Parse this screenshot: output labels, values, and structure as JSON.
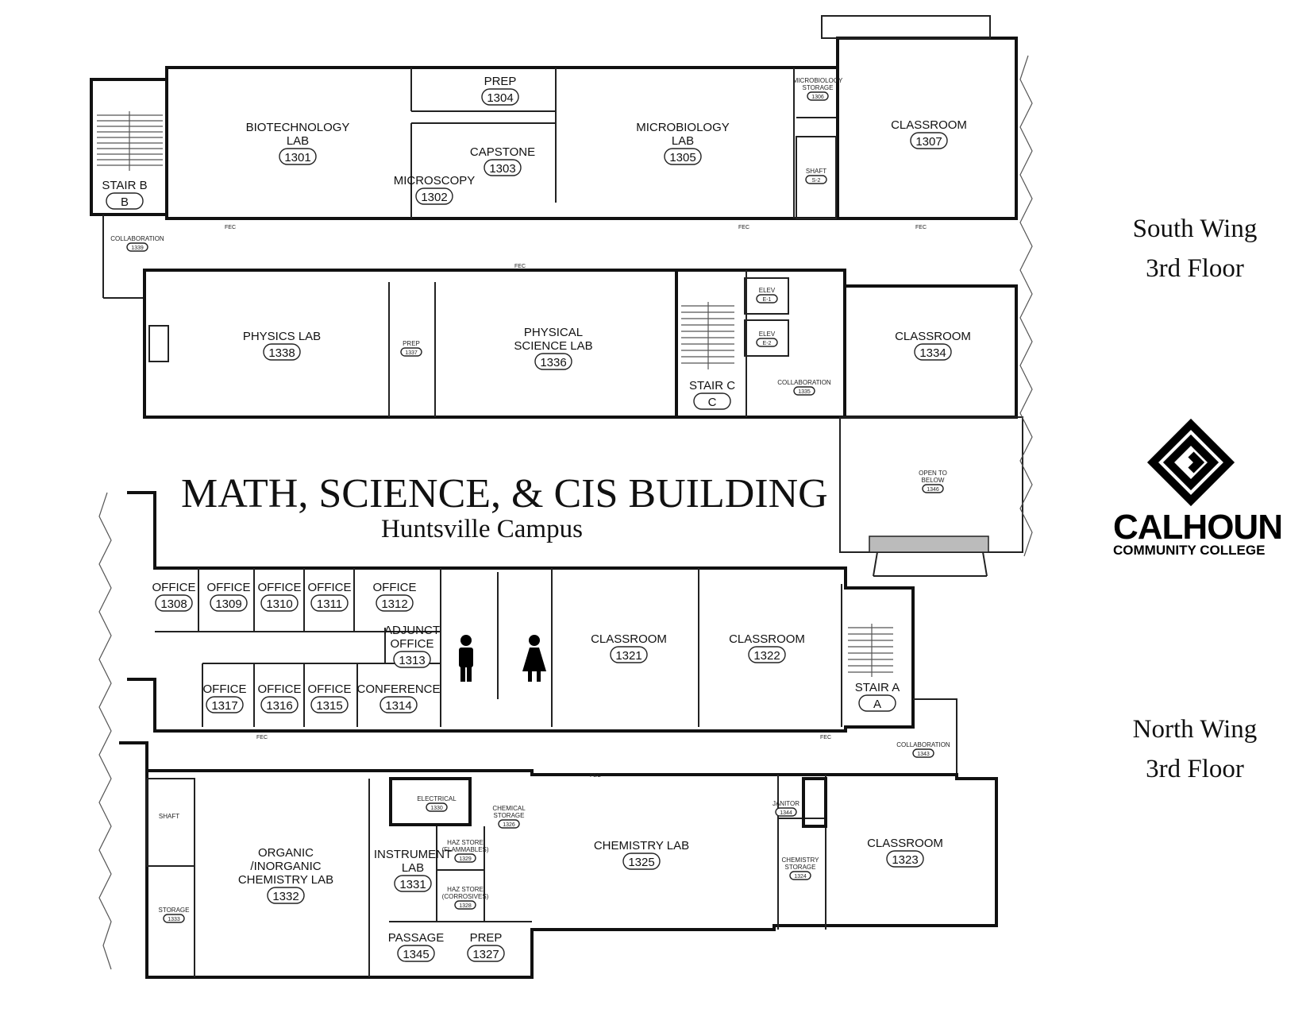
{
  "title": "MATH, SCIENCE, & CIS BUILDING",
  "subtitle": "Huntsville Campus",
  "south_wing": [
    "South Wing",
    "3rd Floor"
  ],
  "north_wing": [
    "North Wing",
    "3rd Floor"
  ],
  "logo": {
    "line1": "CALHOUN",
    "line2": "COMMUNITY COLLEGE"
  },
  "fec_label": "FEC",
  "rooms": [
    {
      "key": "1301",
      "lines": [
        "BIOTECHNOLOGY",
        "LAB"
      ],
      "num": "1301"
    },
    {
      "key": "1304",
      "lines": [
        "PREP"
      ],
      "num": "1304"
    },
    {
      "key": "1303",
      "lines": [
        "CAPSTONE"
      ],
      "num": "1303"
    },
    {
      "key": "1302",
      "lines": [
        "MICROSCOPY"
      ],
      "num": "1302"
    },
    {
      "key": "1305",
      "lines": [
        "MICROBIOLOGY",
        "LAB"
      ],
      "num": "1305"
    },
    {
      "key": "1306",
      "lines": [
        "MICROBIOLOGY",
        "STORAGE"
      ],
      "num": "1306",
      "small": true
    },
    {
      "key": "S-2",
      "lines": [
        "SHAFT"
      ],
      "num": "S-2",
      "small": true
    },
    {
      "key": "1307",
      "lines": [
        "CLASSROOM"
      ],
      "num": "1307"
    },
    {
      "key": "B",
      "lines": [
        "STAIR B"
      ],
      "num": "B"
    },
    {
      "key": "1339",
      "lines": [
        "COLLABORATION"
      ],
      "num": "1339",
      "small": true
    },
    {
      "key": "1338",
      "lines": [
        "PHYSICS LAB"
      ],
      "num": "1338"
    },
    {
      "key": "1337",
      "lines": [
        "PREP"
      ],
      "num": "1337",
      "small": true
    },
    {
      "key": "1336",
      "lines": [
        "PHYSICAL",
        "SCIENCE LAB"
      ],
      "num": "1336"
    },
    {
      "key": "C",
      "lines": [
        "STAIR C"
      ],
      "num": "C"
    },
    {
      "key": "E-1",
      "lines": [
        "ELEV"
      ],
      "num": "E-1",
      "small": true
    },
    {
      "key": "E-2",
      "lines": [
        "ELEV"
      ],
      "num": "E-2",
      "small": true
    },
    {
      "key": "1335",
      "lines": [
        "COLLABORATION"
      ],
      "num": "1335",
      "small": true
    },
    {
      "key": "1334",
      "lines": [
        "CLASSROOM"
      ],
      "num": "1334"
    },
    {
      "key": "1346",
      "lines": [
        "OPEN TO",
        "BELOW"
      ],
      "num": "1346",
      "small": true
    },
    {
      "key": "1308",
      "lines": [
        "OFFICE"
      ],
      "num": "1308"
    },
    {
      "key": "1309",
      "lines": [
        "OFFICE"
      ],
      "num": "1309"
    },
    {
      "key": "1310",
      "lines": [
        "OFFICE"
      ],
      "num": "1310"
    },
    {
      "key": "1311",
      "lines": [
        "OFFICE"
      ],
      "num": "1311"
    },
    {
      "key": "1312",
      "lines": [
        "OFFICE"
      ],
      "num": "1312"
    },
    {
      "key": "1313",
      "lines": [
        "ADJUNCT",
        "OFFICE"
      ],
      "num": "1313"
    },
    {
      "key": "1317",
      "lines": [
        "OFFICE"
      ],
      "num": "1317"
    },
    {
      "key": "1316",
      "lines": [
        "OFFICE"
      ],
      "num": "1316"
    },
    {
      "key": "1315",
      "lines": [
        "OFFICE"
      ],
      "num": "1315"
    },
    {
      "key": "1314",
      "lines": [
        "CONFERENCE"
      ],
      "num": "1314"
    },
    {
      "key": "1321",
      "lines": [
        "CLASSROOM"
      ],
      "num": "1321"
    },
    {
      "key": "1322",
      "lines": [
        "CLASSROOM"
      ],
      "num": "1322"
    },
    {
      "key": "A",
      "lines": [
        "STAIR A"
      ],
      "num": "A"
    },
    {
      "key": "1343",
      "lines": [
        "COLLABORATION"
      ],
      "num": "1343",
      "small": true
    },
    {
      "key": "shaft-n",
      "lines": [
        "SHAFT"
      ],
      "num": "",
      "small": true
    },
    {
      "key": "1333",
      "lines": [
        "STORAGE"
      ],
      "num": "1333",
      "small": true
    },
    {
      "key": "1332",
      "lines": [
        "ORGANIC",
        "/INORGANIC",
        "CHEMISTRY LAB"
      ],
      "num": "1332"
    },
    {
      "key": "1330",
      "lines": [
        "ELECTRICAL"
      ],
      "num": "1330",
      "small": true
    },
    {
      "key": "1326",
      "lines": [
        "CHEMICAL",
        "STORAGE"
      ],
      "num": "1326",
      "small": true
    },
    {
      "key": "1329",
      "lines": [
        "HAZ STORE",
        "(FLAMMABLES)"
      ],
      "num": "1329",
      "small": true
    },
    {
      "key": "1328",
      "lines": [
        "HAZ STORE",
        "(CORROSIVES)"
      ],
      "num": "1328",
      "small": true
    },
    {
      "key": "1331",
      "lines": [
        "INSTRUMENT",
        "LAB"
      ],
      "num": "1331"
    },
    {
      "key": "1345",
      "lines": [
        "PASSAGE"
      ],
      "num": "1345"
    },
    {
      "key": "1327",
      "lines": [
        "PREP"
      ],
      "num": "1327"
    },
    {
      "key": "1325",
      "lines": [
        "CHEMISTRY LAB"
      ],
      "num": "1325"
    },
    {
      "key": "1344",
      "lines": [
        "JANITOR"
      ],
      "num": "1344",
      "small": true
    },
    {
      "key": "1324",
      "lines": [
        "CHEMISTRY",
        "STORAGE"
      ],
      "num": "1324",
      "small": true
    },
    {
      "key": "1323",
      "lines": [
        "CLASSROOM"
      ],
      "num": "1323"
    }
  ]
}
